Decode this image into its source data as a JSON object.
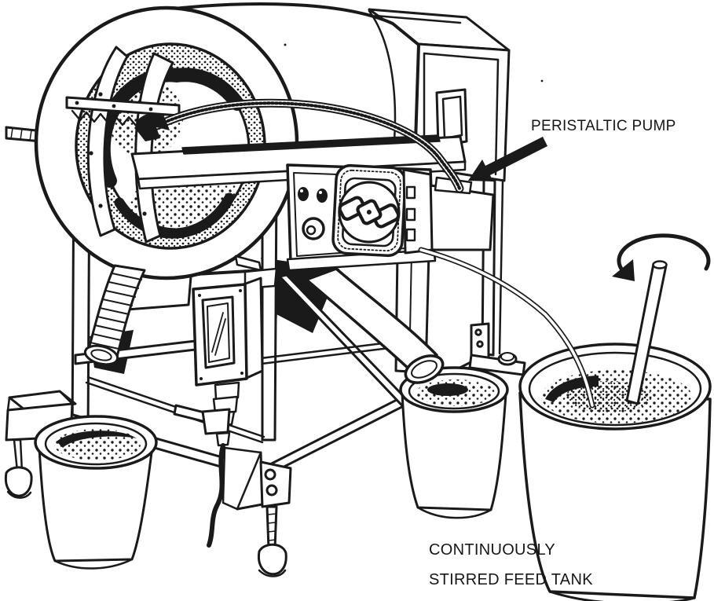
{
  "canvas": {
    "background": "#ffffff",
    "ink": "#1a1a1a"
  },
  "annotations": {
    "pump_label": {
      "text": "PERISTALTIC PUMP"
    },
    "tank_label_line1": {
      "text": "CONTINUOUSLY"
    },
    "tank_label_line2": {
      "text": "STIRRED FEED TANK"
    }
  }
}
